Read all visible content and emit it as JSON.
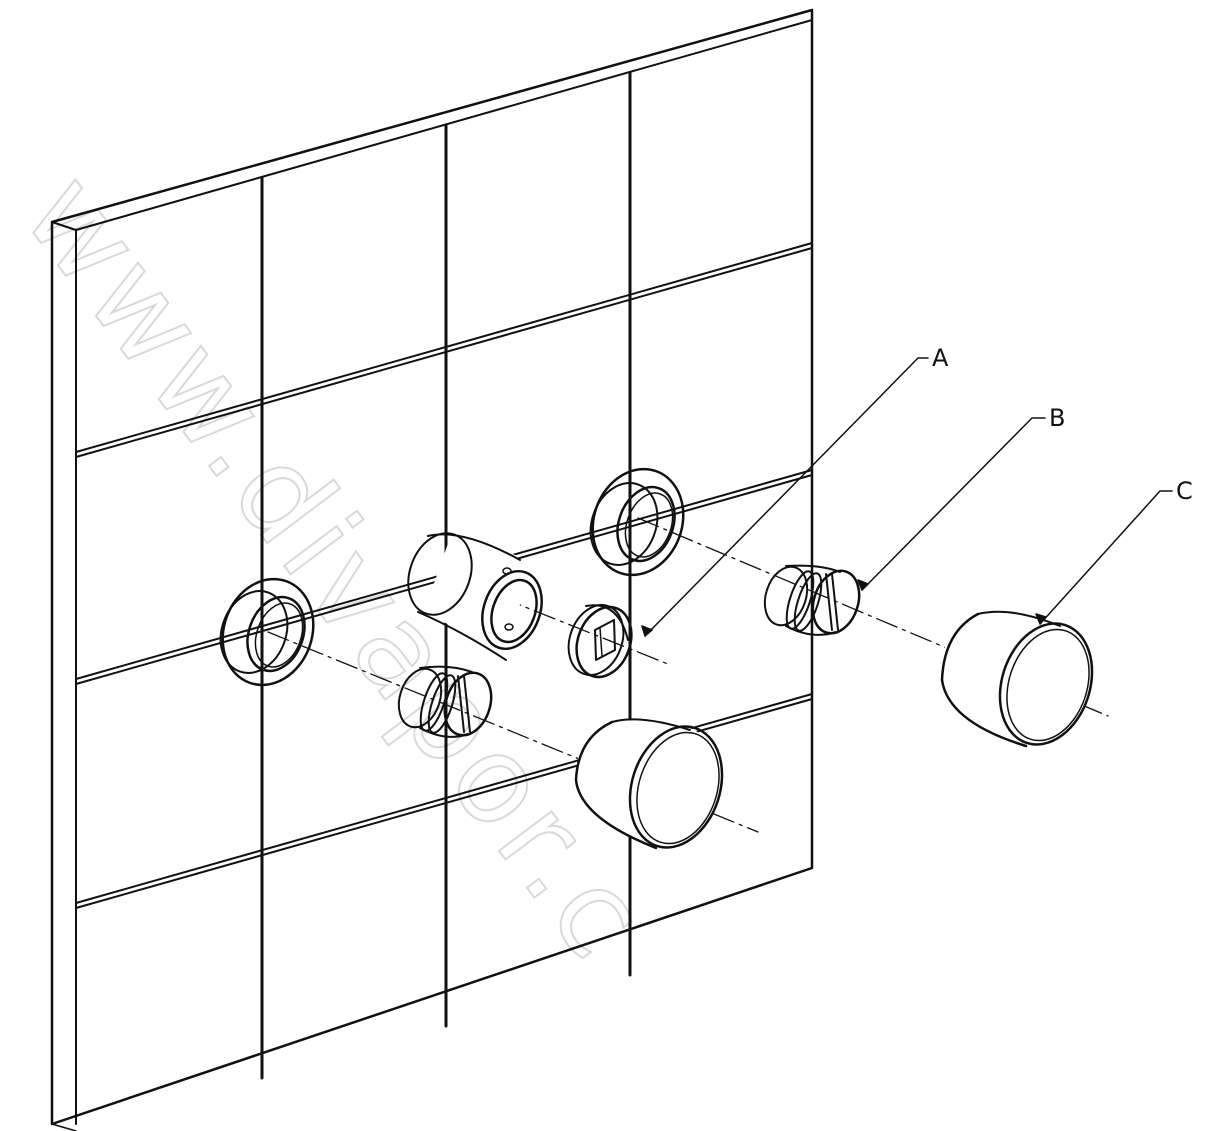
{
  "callouts": [
    {
      "id": "A",
      "text": "A"
    },
    {
      "id": "B",
      "text": "B"
    },
    {
      "id": "C",
      "text": "C"
    }
  ],
  "watermark": "www.divapor.c",
  "colors": {
    "line": "#111111",
    "background": "#ffffff",
    "watermark": "#d9d9d9"
  }
}
